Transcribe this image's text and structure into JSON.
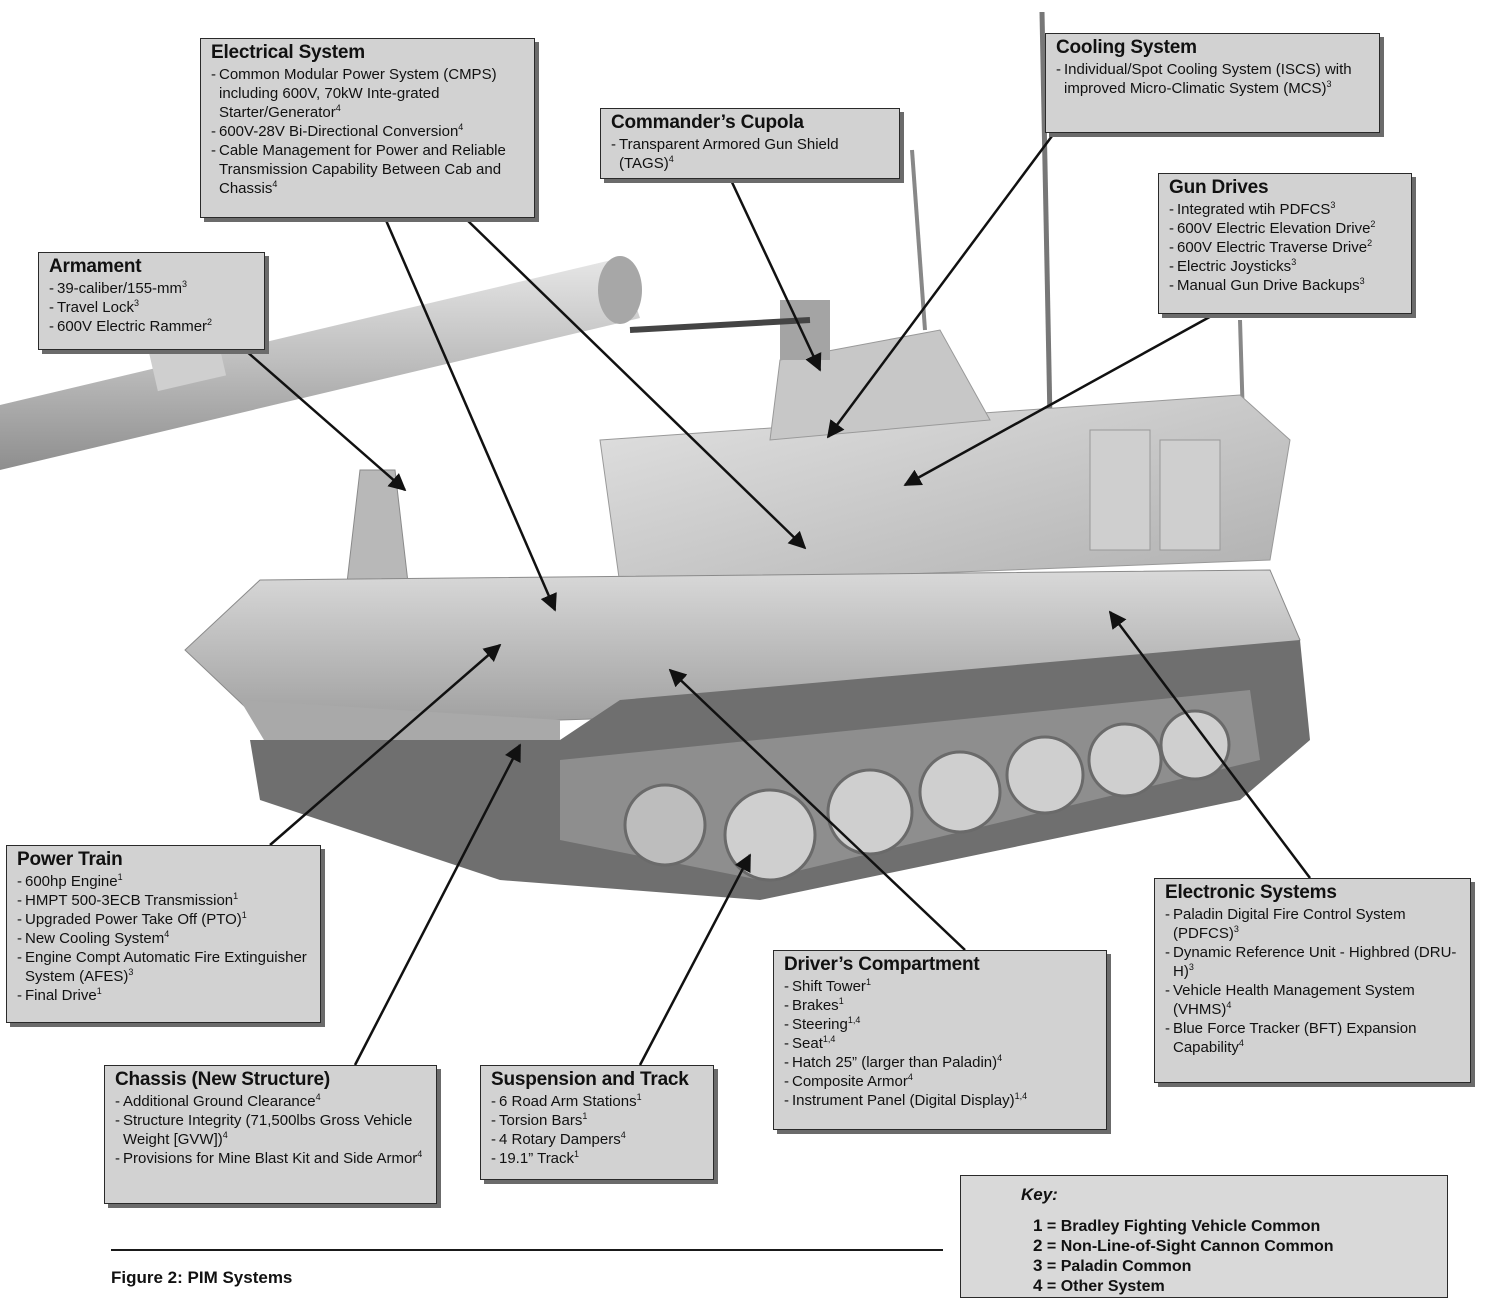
{
  "callouts": [
    {
      "id": "electrical",
      "title": "Electrical System",
      "items": [
        {
          "text": "Common Modular Power System (CMPS) including 600V, 70kW Inte-grated Starter/Generator",
          "sup": "4"
        },
        {
          "text": "600V-28V Bi-Directional Conversion",
          "sup": "4"
        },
        {
          "text": "Cable Management for Power and Reliable Transmission Capability Between Cab and Chassis",
          "sup": "4"
        }
      ]
    },
    {
      "id": "cupola",
      "title": "Commander’s Cupola",
      "items": [
        {
          "text": "Transparent Armored Gun Shield (TAGS)",
          "sup": "4"
        }
      ]
    },
    {
      "id": "cooling",
      "title": "Cooling System",
      "items": [
        {
          "text": "Individual/Spot Cooling System (ISCS) with improved Micro-Climatic System (MCS)",
          "sup": "3"
        }
      ]
    },
    {
      "id": "gundrives",
      "title": "Gun Drives",
      "items": [
        {
          "text": "Integrated wtih PDFCS",
          "sup": "3"
        },
        {
          "text": "600V Electric Elevation Drive",
          "sup": "2"
        },
        {
          "text": "600V Electric Traverse Drive",
          "sup": "2"
        },
        {
          "text": "Electric Joysticks",
          "sup": "3"
        },
        {
          "text": "Manual Gun Drive Backups",
          "sup": "3"
        }
      ]
    },
    {
      "id": "armament",
      "title": "Armament",
      "items": [
        {
          "text": "39-caliber/155-mm",
          "sup": "3"
        },
        {
          "text": "Travel Lock",
          "sup": "3"
        },
        {
          "text": "600V Electric Rammer",
          "sup": "2"
        }
      ]
    },
    {
      "id": "powertrain",
      "title": "Power Train",
      "items": [
        {
          "text": "600hp Engine",
          "sup": "1"
        },
        {
          "text": "HMPT 500-3ECB Transmission",
          "sup": "1"
        },
        {
          "text": "Upgraded Power Take Off (PTO)",
          "sup": "1"
        },
        {
          "text": "New Cooling System",
          "sup": "4"
        },
        {
          "text": "Engine Compt Automatic Fire Extinguisher System (AFES)",
          "sup": "3"
        },
        {
          "text": "Final Drive",
          "sup": "1"
        }
      ]
    },
    {
      "id": "chassis",
      "title": "Chassis (New Structure)",
      "items": [
        {
          "text": "Additional Ground Clearance",
          "sup": "4"
        },
        {
          "text": "Structure Integrity (71,500lbs Gross Vehicle Weight [GVW])",
          "sup": "4"
        },
        {
          "text": "Provisions for Mine Blast Kit and Side Armor",
          "sup": "4"
        }
      ]
    },
    {
      "id": "suspension",
      "title": "Suspension and Track",
      "items": [
        {
          "text": "6 Road Arm Stations",
          "sup": "1"
        },
        {
          "text": "Torsion Bars",
          "sup": "1"
        },
        {
          "text": "4 Rotary Dampers",
          "sup": "4"
        },
        {
          "text": "19.1” Track",
          "sup": "1"
        }
      ]
    },
    {
      "id": "driver",
      "title": "Driver’s Compartment",
      "items": [
        {
          "text": "Shift Tower",
          "sup": "1"
        },
        {
          "text": "Brakes",
          "sup": "1"
        },
        {
          "text": "Steering",
          "sup": "1,4"
        },
        {
          "text": "Seat",
          "sup": "1,4"
        },
        {
          "text": "Hatch 25” (larger than Paladin)",
          "sup": "4"
        },
        {
          "text": "Composite Armor",
          "sup": "4"
        },
        {
          "text": "Instrument Panel (Digital Display)",
          "sup": "1,4"
        }
      ]
    },
    {
      "id": "electronic",
      "title": "Electronic Systems",
      "items": [
        {
          "text": "Paladin Digital Fire Control System (PDFCS)",
          "sup": "3"
        },
        {
          "text": "Dynamic Reference Unit - Highbred (DRU-H)",
          "sup": "3"
        },
        {
          "text": "Vehicle Health Management System (VHMS)",
          "sup": "4"
        },
        {
          "text": "Blue Force Tracker (BFT) Expansion Capability",
          "sup": "4"
        }
      ]
    }
  ],
  "key": {
    "title": "Key:",
    "entries": [
      {
        "num": "1",
        "label": "= Bradley Fighting Vehicle Common"
      },
      {
        "num": "2",
        "label": "= Non-Line-of-Sight Cannon Common"
      },
      {
        "num": "3",
        "label": "= Paladin Common"
      },
      {
        "num": "4",
        "label": "= Other System"
      }
    ]
  },
  "caption": "Figure 2: PIM Systems"
}
